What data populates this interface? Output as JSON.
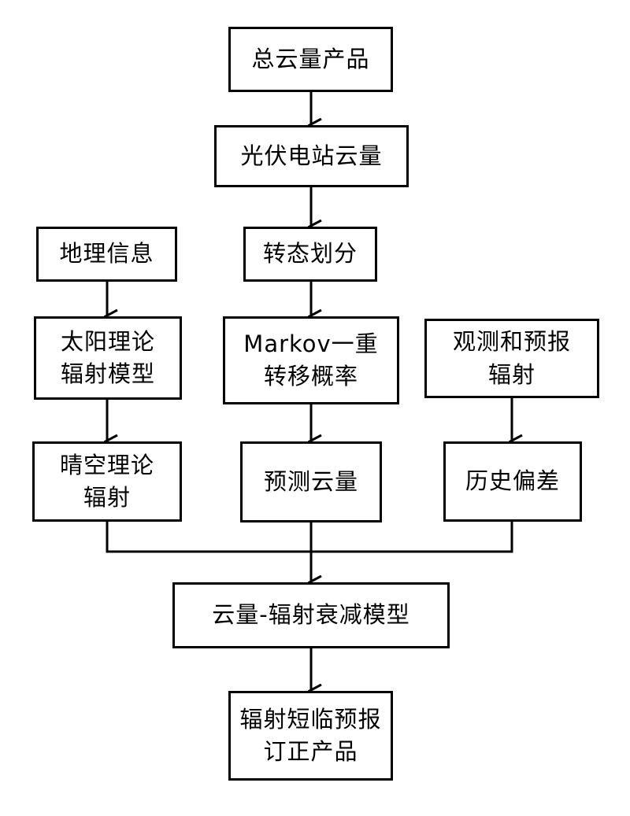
{
  "nodes": {
    "total_cloud_product": "总云量产品",
    "pv_station_cloud": "光伏电站云量",
    "state_division": "转态划分",
    "geographic_info": "地理信息",
    "solar_theory_model": "太阳理论\n辐射模型",
    "markov_transition": "Markov一重\n转移概率",
    "obs_forecast_radiation": "观测和预报\n辐射",
    "clear_sky_radiation": "晴空理论\n辐射",
    "predicted_cloud": "预测云量",
    "historical_bias": "历史偏差",
    "attenuation_model": "云量-辐射衰减模型",
    "corrected_product": "辐射短临预报\n订正产品"
  },
  "colors": {
    "border": "#000000",
    "text": "#000000",
    "background": "#ffffff"
  }
}
